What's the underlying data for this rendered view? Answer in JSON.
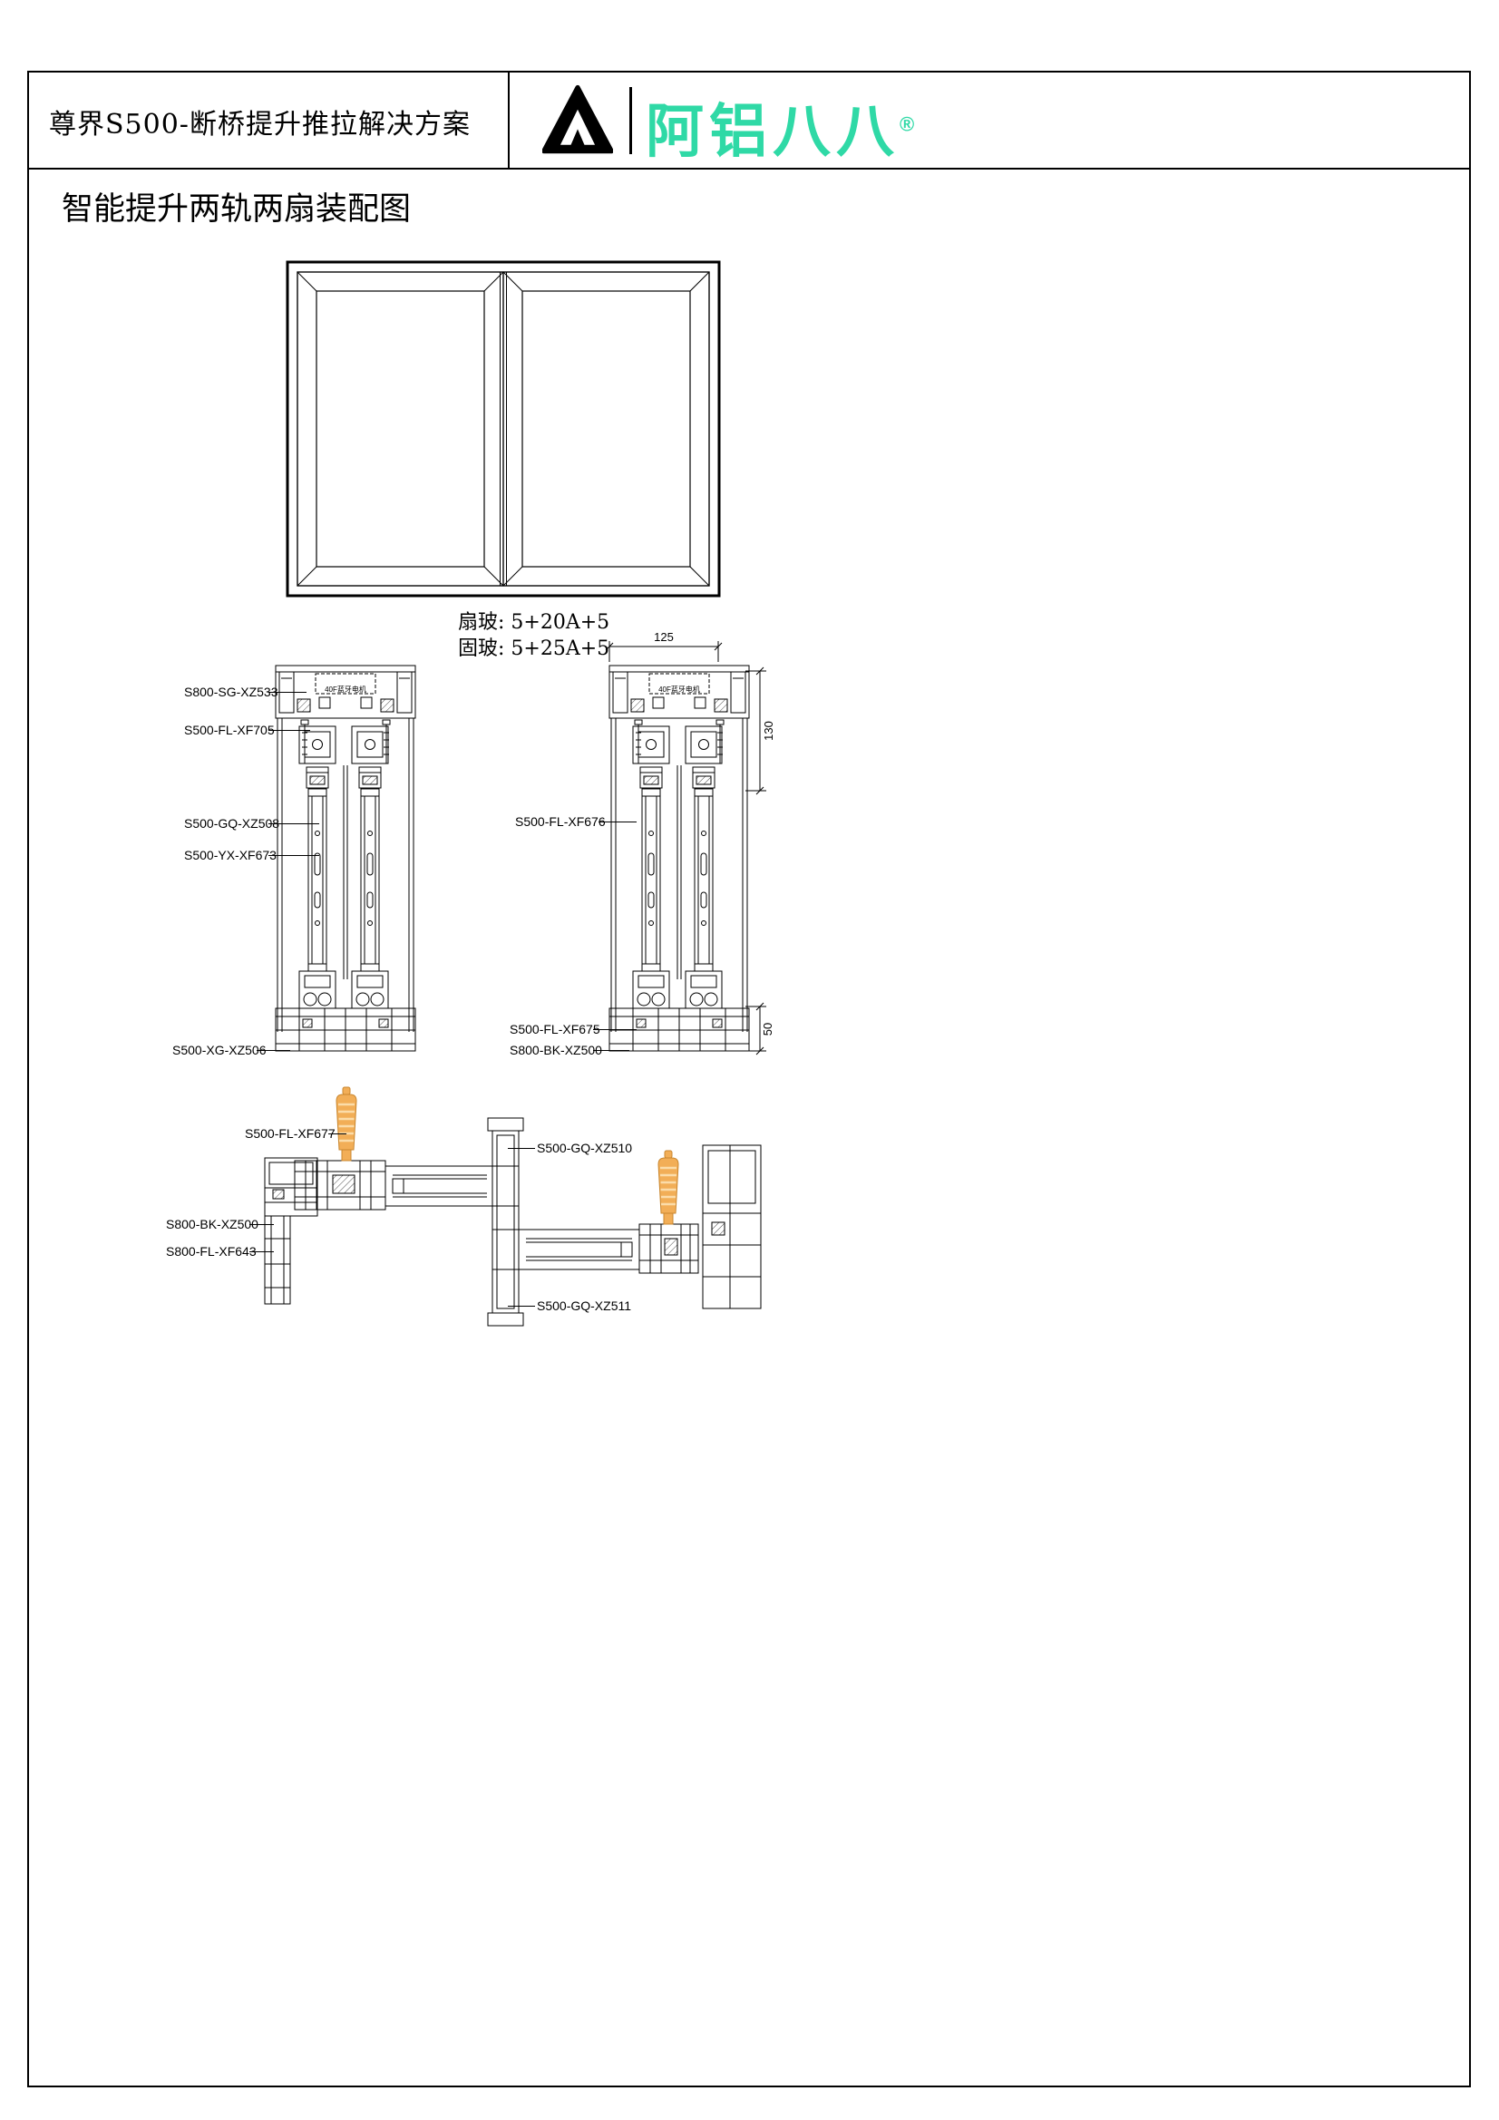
{
  "document": {
    "title": "尊界S500-断桥提升推拉解决方案",
    "subtitle": "智能提升两轨两扇装配图"
  },
  "brand": {
    "name": "阿铝八八",
    "registered_mark": "®",
    "color": "#2FD9A6"
  },
  "glass_specs": {
    "sash_glass": "扇玻: 5+20A+5",
    "fixed_glass": "固玻: 5+25A+5"
  },
  "motor_label": "40F蓝牙电机",
  "part_labels": {
    "top_track": "S800-SG-XZ533",
    "fl_xf705": "S500-FL-XF705",
    "gq_xz508": "S500-GQ-XZ508",
    "yx_xf673": "S500-YX-XF673",
    "xg_xz506": "S500-XG-XZ506",
    "fl_xf676": "S500-FL-XF676",
    "fl_xf675": "S500-FL-XF675",
    "bk_xz500_right": "S800-BK-XZ500",
    "fl_xf677": "S500-FL-XF677",
    "gq_xz510": "S500-GQ-XZ510",
    "bk_xz500_left": "S800-BK-XZ500",
    "fl_xf643": "S800-FL-XF643",
    "gq_xz511": "S500-GQ-XZ511"
  },
  "dimensions": {
    "track_width": "125",
    "head_height": "130",
    "sill_height": "50"
  },
  "colors": {
    "handle_fill": "#F2AE57",
    "handle_stripe": "#FBDCA9",
    "handle_outline": "#C9872F",
    "line": "#000000"
  }
}
